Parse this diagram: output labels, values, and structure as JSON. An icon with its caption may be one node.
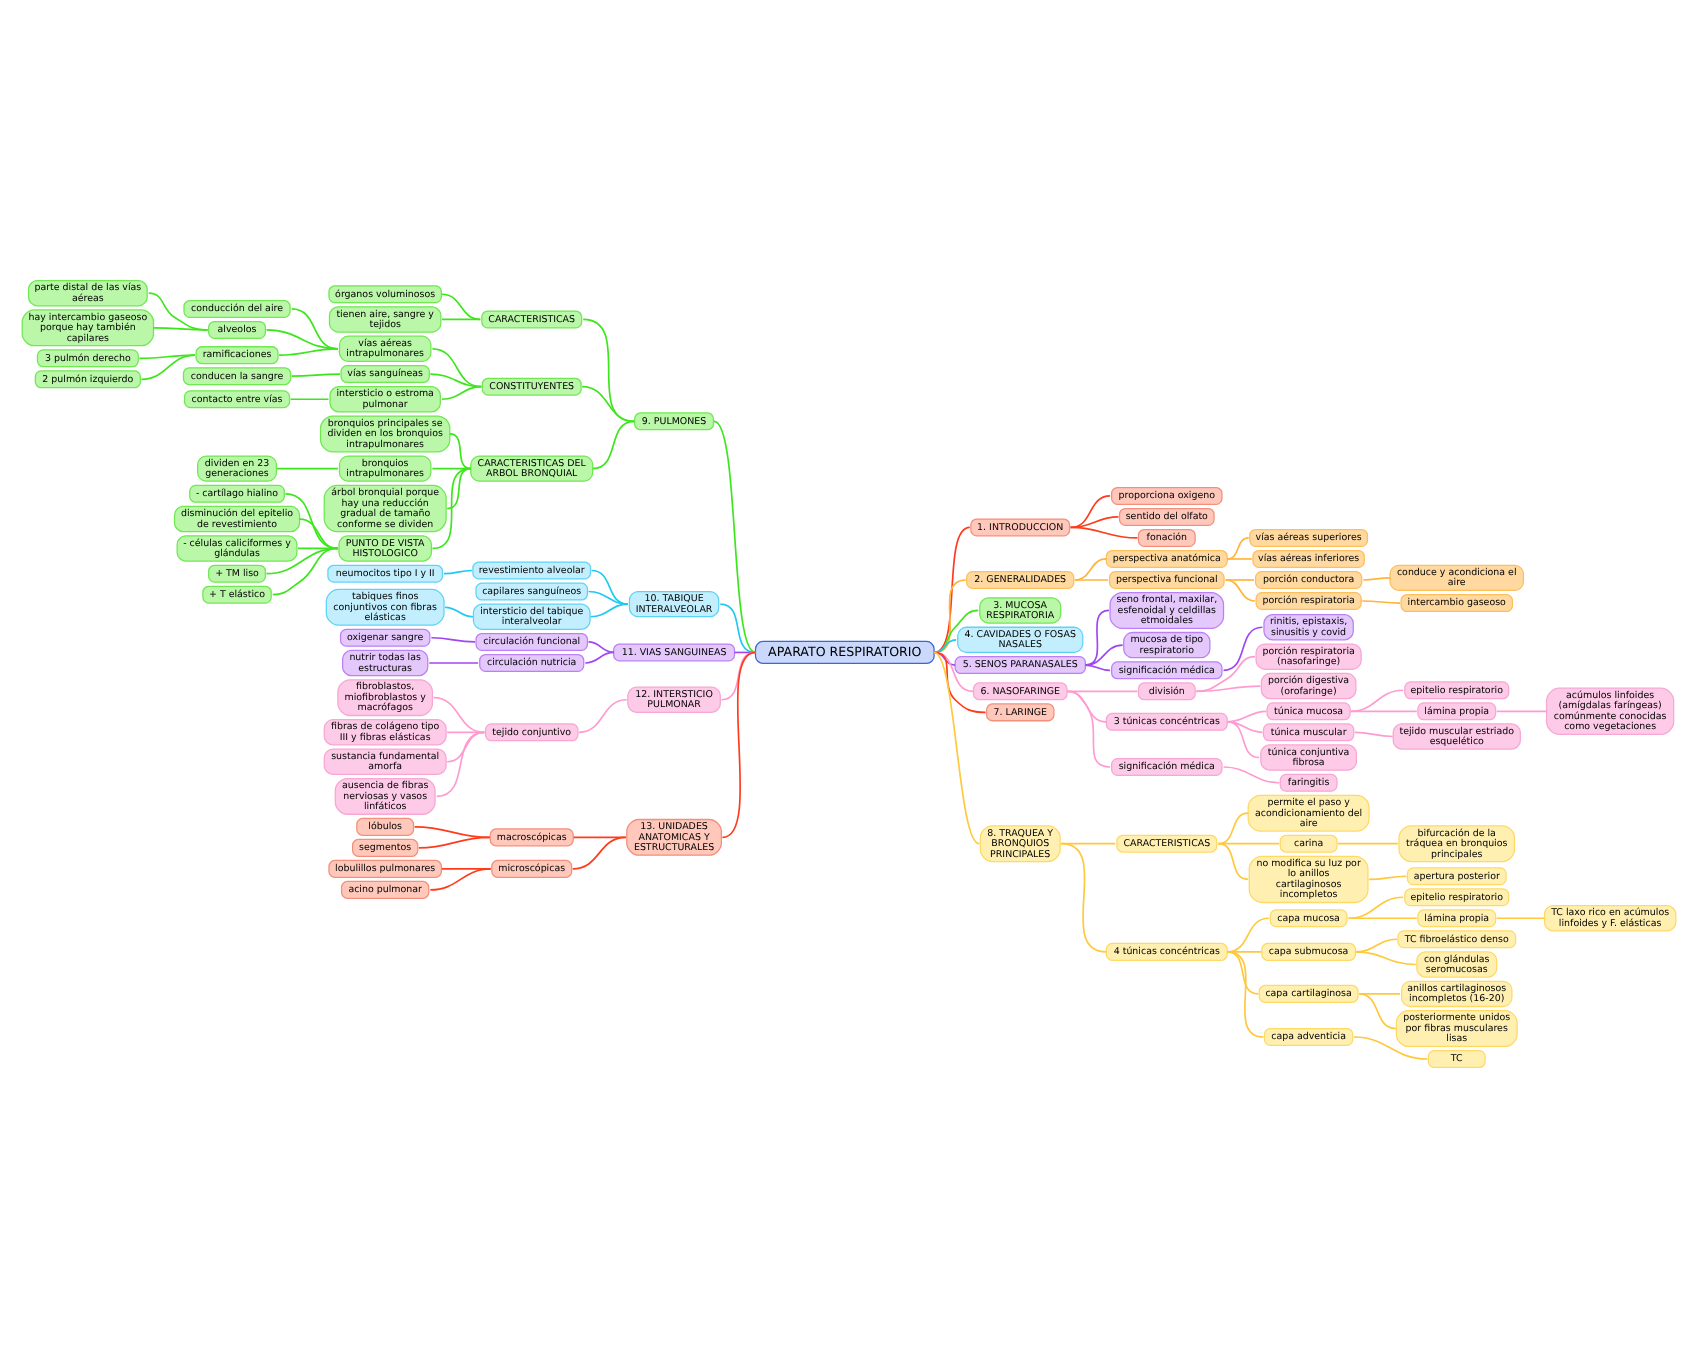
{
  "diagram": {
    "nodes": [
      {
        "text": [
          "APARATO RESPIRATORIO"
        ]
      },
      {
        "text": [
          "1. INTRODUCCION"
        ]
      },
      {
        "text": [
          "proporciona oxigeno"
        ]
      },
      {
        "text": [
          "sentido del olfato"
        ]
      },
      {
        "text": [
          "fonación"
        ]
      },
      {
        "text": [
          "2. GENERALIDADES"
        ]
      },
      {
        "text": [
          "perspectiva anatómica"
        ]
      },
      {
        "text": [
          "vías aéreas superiores"
        ]
      },
      {
        "text": [
          "vías aéreas inferiores"
        ]
      },
      {
        "text": [
          "perspectiva funcional"
        ]
      },
      {
        "text": [
          "porción conductora"
        ]
      },
      {
        "text": [
          "conduce y acondiciona el aire"
        ]
      },
      {
        "text": [
          "porción respiratoria"
        ]
      },
      {
        "text": [
          "intercambio gaseoso"
        ]
      },
      {
        "text": [
          "3. MUCOSA RESPIRATORIA"
        ]
      },
      {
        "text": [
          "4. CAVIDADES O FOSAS NASALES"
        ]
      },
      {
        "text": [
          "5. SENOS PARANASALES"
        ]
      },
      {
        "text": [
          "seno frontal, maxilar, esfenoidal y celdillas etmoidales"
        ]
      },
      {
        "text": [
          "mucosa de tipo respiratorio"
        ]
      },
      {
        "text": [
          "significación médica"
        ]
      },
      {
        "text": [
          "rinitis, epistaxis, sinusitis y covid"
        ]
      },
      {
        "text": [
          "6. NASOFARINGE"
        ]
      },
      {
        "text": [
          "división"
        ]
      },
      {
        "text": [
          "porción respiratoria (nasofaringe)"
        ]
      },
      {
        "text": [
          "porción digestiva (orofaringe)"
        ]
      },
      {
        "text": [
          "3 túnicas concéntricas"
        ]
      },
      {
        "text": [
          "túnica mucosa"
        ]
      },
      {
        "text": [
          "epitelio respiratorio"
        ]
      },
      {
        "text": [
          "lámina propia"
        ]
      },
      {
        "text": [
          "acúmulos linfoides (amígdalas faríngeas) comúnmente conocidas como vegetaciones"
        ]
      },
      {
        "text": [
          "túnica muscular"
        ]
      },
      {
        "text": [
          "tejido muscular estriado esquelético"
        ]
      },
      {
        "text": [
          "túnica conjuntiva fibrosa"
        ]
      },
      {
        "text": [
          "significación médica"
        ]
      },
      {
        "text": [
          "faringitis"
        ]
      },
      {
        "text": [
          "7. LARINGE"
        ]
      },
      {
        "text": [
          "8. TRAQUEA Y BRONQUIOS PRINCIPALES"
        ]
      },
      {
        "text": [
          "CARACTERISTICAS"
        ]
      },
      {
        "text": [
          "permite el paso y acondicionamiento del aire"
        ]
      },
      {
        "text": [
          "carina"
        ]
      },
      {
        "text": [
          "bifurcación de la tráquea en bronquios principales"
        ]
      },
      {
        "text": [
          "no modifica su luz por lo anillos cartilaginosos incompletos"
        ]
      },
      {
        "text": [
          "apertura posterior"
        ]
      },
      {
        "text": [
          "4 túnicas concéntricas"
        ]
      },
      {
        "text": [
          "capa mucosa"
        ]
      },
      {
        "text": [
          "epitelio respiratorio"
        ]
      },
      {
        "text": [
          "lámina propia"
        ]
      },
      {
        "text": [
          "TC laxo rico en acúmulos linfoides y F. elásticas"
        ]
      },
      {
        "text": [
          "capa submucosa"
        ]
      },
      {
        "text": [
          "TC fibroelástico denso"
        ]
      },
      {
        "text": [
          "con glándulas seromucosas"
        ]
      },
      {
        "text": [
          "capa cartilaginosa"
        ]
      },
      {
        "text": [
          "anillos cartilaginosos incompletos (16-20)"
        ]
      },
      {
        "text": [
          "posteriormente unidos por fibras musculares lisas"
        ]
      },
      {
        "text": [
          "capa adventicia"
        ]
      },
      {
        "text": [
          "TC"
        ]
      },
      {
        "text": [
          "9. PULMONES"
        ]
      },
      {
        "text": [
          "CARACTERISTICAS"
        ]
      },
      {
        "text": [
          "órganos voluminosos"
        ]
      },
      {
        "text": [
          "tienen aire, sangre y tejidos"
        ]
      },
      {
        "text": [
          "CONSTITUYENTES"
        ]
      },
      {
        "text": [
          "vías aéreas intrapulmonares"
        ]
      },
      {
        "text": [
          "conducción del aire"
        ]
      },
      {
        "text": [
          "alveolos"
        ]
      },
      {
        "text": [
          "parte distal de las vías aéreas"
        ]
      },
      {
        "text": [
          "hay intercambio gaseoso porque hay también capilares"
        ]
      },
      {
        "text": [
          "ramificaciones"
        ]
      },
      {
        "text": [
          "3 pulmón derecho"
        ]
      },
      {
        "text": [
          "2 pulmón izquierdo"
        ]
      },
      {
        "text": [
          "vías sanguíneas"
        ]
      },
      {
        "text": [
          "conducen la sangre"
        ]
      },
      {
        "text": [
          "intersticio o estroma pulmonar"
        ]
      },
      {
        "text": [
          "contacto entre vías"
        ]
      },
      {
        "text": [
          "CARACTERISTICAS DEL ARBOL BRONQUIAL"
        ]
      },
      {
        "text": [
          "bronquios principales se dividen en los bronquios intrapulmonares"
        ]
      },
      {
        "text": [
          "bronquios intrapulmonares"
        ]
      },
      {
        "text": [
          "dividen en 23 generaciones"
        ]
      },
      {
        "text": [
          "árbol bronquial porque hay una reducción gradual de tamaño conforme se dividen"
        ]
      },
      {
        "text": [
          "PUNTO DE VISTA HISTOLOGICO"
        ]
      },
      {
        "text": [
          "- cartílago hialino"
        ]
      },
      {
        "text": [
          "disminución del epitelio de revestimiento"
        ]
      },
      {
        "text": [
          "- células caliciformes y glándulas"
        ]
      },
      {
        "text": [
          "+ TM liso"
        ]
      },
      {
        "text": [
          "+ T elástico"
        ]
      },
      {
        "text": [
          "10. TABIQUE INTERALVEOLAR"
        ]
      },
      {
        "text": [
          "revestimiento alveolar"
        ]
      },
      {
        "text": [
          "neumocitos tipo I y II"
        ]
      },
      {
        "text": [
          "capilares sanguíneos"
        ]
      },
      {
        "text": [
          "intersticio del tabique interalveolar"
        ]
      },
      {
        "text": [
          "tabiques finos conjuntivos con fibras elásticas"
        ]
      },
      {
        "text": [
          "11. VIAS SANGUINEAS"
        ]
      },
      {
        "text": [
          "circulación funcional"
        ]
      },
      {
        "text": [
          "oxigenar sangre"
        ]
      },
      {
        "text": [
          "circulación nutricia"
        ]
      },
      {
        "text": [
          "nutrir todas las estructuras"
        ]
      },
      {
        "text": [
          "12. INTERSTICIO PULMONAR"
        ]
      },
      {
        "text": [
          "tejido conjuntivo"
        ]
      },
      {
        "text": [
          "fibroblastos, miofibroblastos y macrófagos"
        ]
      },
      {
        "text": [
          "fibras de colágeno tipo III y fibras elásticas"
        ]
      },
      {
        "text": [
          "sustancia fundamental amorfa"
        ]
      },
      {
        "text": [
          "ausencia de fibras nerviosas y vasos linfáticos"
        ]
      },
      {
        "text": [
          "13. UNIDADES ANATOMICAS Y ESTRUCTURALES"
        ]
      },
      {
        "text": [
          "macroscópicas"
        ]
      },
      {
        "text": [
          "lóbulos"
        ]
      },
      {
        "text": [
          "segmentos"
        ]
      },
      {
        "text": [
          "microscópicas"
        ]
      },
      {
        "text": [
          "lobulillos pulmonares"
        ]
      },
      {
        "text": [
          "acino pulmonar"
        ]
      }
    ],
    "edges": [
      {
        "from": 0,
        "to": 1,
        "arrow": "none",
        "color": "#ff3b1c"
      },
      {
        "from": 1,
        "to": 2,
        "arrow": "none",
        "color": "#ff3b1c"
      },
      {
        "from": 1,
        "to": 3,
        "arrow": "none",
        "color": "#ff3b1c"
      },
      {
        "from": 1,
        "to": 4,
        "arrow": "none",
        "color": "#ff3b1c"
      },
      {
        "from": 0,
        "to": 5,
        "arrow": "none",
        "color": "#ffb43a"
      },
      {
        "from": 5,
        "to": 6,
        "arrow": "none",
        "color": "#ffb43a"
      },
      {
        "from": 6,
        "to": 7,
        "arrow": "none",
        "color": "#ffb43a"
      },
      {
        "from": 6,
        "to": 8,
        "arrow": "none",
        "color": "#ffb43a"
      },
      {
        "from": 5,
        "to": 9,
        "arrow": "none",
        "color": "#ffb43a"
      },
      {
        "from": 9,
        "to": 10,
        "arrow": "none",
        "color": "#ffb43a"
      },
      {
        "from": 10,
        "to": 11,
        "arrow": "none",
        "color": "#ffb43a"
      },
      {
        "from": 9,
        "to": 12,
        "arrow": "none",
        "color": "#ffb43a"
      },
      {
        "from": 12,
        "to": 13,
        "arrow": "none",
        "color": "#ffb43a"
      },
      {
        "from": 0,
        "to": 14,
        "arrow": "none"
      },
      {
        "from": 0,
        "to": 15,
        "arrow": "none",
        "color": "#1ec9f2"
      },
      {
        "from": 0,
        "to": 16,
        "arrow": "none",
        "color": "#a146f2"
      },
      {
        "from": 16,
        "to": 17,
        "arrow": "none",
        "color": "#a146f2"
      },
      {
        "from": 16,
        "to": 18,
        "arrow": "none",
        "color": "#a146f2"
      },
      {
        "from": 16,
        "to": 19,
        "arrow": "none",
        "color": "#a146f2"
      },
      {
        "from": 19,
        "to": 20,
        "arrow": "none",
        "color": "#a146f2"
      },
      {
        "from": 0,
        "to": 21,
        "arrow": "none",
        "color": "#ff9bd0"
      },
      {
        "from": 21,
        "to": 22,
        "arrow": "none",
        "color": "#ff9bd0"
      },
      {
        "from": 22,
        "to": 23,
        "arrow": "none",
        "color": "#ff9bd0"
      },
      {
        "from": 22,
        "to": 24,
        "arrow": "none",
        "color": "#ff9bd0"
      },
      {
        "from": 21,
        "to": 25,
        "arrow": "none",
        "color": "#ff9bd0"
      },
      {
        "from": 25,
        "to": 26,
        "arrow": "none",
        "color": "#ff9bd0"
      },
      {
        "from": 26,
        "to": 27,
        "arrow": "none",
        "color": "#ff9bd0"
      },
      {
        "from": 26,
        "to": 28,
        "arrow": "none",
        "color": "#ff9bd0"
      },
      {
        "from": 28,
        "to": 29,
        "arrow": "none",
        "color": "#ff9bd0"
      },
      {
        "from": 25,
        "to": 30,
        "arrow": "none",
        "color": "#ff9bd0"
      },
      {
        "from": 30,
        "to": 31,
        "arrow": "none",
        "color": "#ff9bd0"
      },
      {
        "from": 25,
        "to": 32,
        "arrow": "none",
        "color": "#ff9bd0"
      },
      {
        "from": 21,
        "to": 33,
        "arrow": "none",
        "color": "#ff9bd0"
      },
      {
        "from": 33,
        "to": 34,
        "arrow": "none",
        "color": "#ff9bd0"
      },
      {
        "from": 0,
        "to": 35,
        "arrow": "none",
        "color": "#ff3b1c"
      },
      {
        "from": 0,
        "to": 36,
        "arrow": "none",
        "color": "#ffc83d"
      },
      {
        "from": 36,
        "to": 37,
        "arrow": "none",
        "color": "#ffc83d"
      },
      {
        "from": 37,
        "to": 38,
        "arrow": "none",
        "color": "#ffc83d"
      },
      {
        "from": 37,
        "to": 39,
        "arrow": "none",
        "color": "#ffc83d"
      },
      {
        "from": 39,
        "to": 40,
        "arrow": "none",
        "color": "#ffc83d"
      },
      {
        "from": 37,
        "to": 41,
        "arrow": "none",
        "color": "#ffc83d"
      },
      {
        "from": 41,
        "to": 42,
        "arrow": "none",
        "color": "#ffc83d"
      },
      {
        "from": 36,
        "to": 43,
        "arrow": "none",
        "color": "#ffc83d"
      },
      {
        "from": 43,
        "to": 44,
        "arrow": "none",
        "color": "#ffc83d"
      },
      {
        "from": 44,
        "to": 45,
        "arrow": "none",
        "color": "#ffc83d"
      },
      {
        "from": 44,
        "to": 46,
        "arrow": "none",
        "color": "#ffc83d"
      },
      {
        "from": 46,
        "to": 47,
        "arrow": "none",
        "color": "#ffc83d"
      },
      {
        "from": 43,
        "to": 48,
        "arrow": "none",
        "color": "#ffc83d"
      },
      {
        "from": 48,
        "to": 49,
        "arrow": "none",
        "color": "#ffc83d"
      },
      {
        "from": 48,
        "to": 50,
        "arrow": "none",
        "color": "#ffc83d"
      },
      {
        "from": 43,
        "to": 51,
        "arrow": "none",
        "color": "#ffc83d"
      },
      {
        "from": 51,
        "to": 52,
        "arrow": "none",
        "color": "#ffc83d"
      },
      {
        "from": 51,
        "to": 53,
        "arrow": "none",
        "color": "#ffc83d"
      },
      {
        "from": 43,
        "to": 54,
        "arrow": "none",
        "color": "#ffc83d"
      },
      {
        "from": 54,
        "to": 55,
        "arrow": "none",
        "color": "#ffc83d"
      },
      {
        "from": 56,
        "to": 0,
        "arrow": "none"
      },
      {
        "from": 57,
        "to": 56,
        "arrow": "none"
      },
      {
        "from": 58,
        "to": 57,
        "arrow": "none"
      },
      {
        "from": 59,
        "to": 57,
        "arrow": "none"
      },
      {
        "from": 60,
        "to": 56,
        "arrow": "none"
      },
      {
        "from": 61,
        "to": 60,
        "arrow": "none"
      },
      {
        "from": 62,
        "to": 61,
        "arrow": "none"
      },
      {
        "from": 63,
        "to": 61,
        "arrow": "none"
      },
      {
        "from": 64,
        "to": 63,
        "arrow": "none"
      },
      {
        "from": 65,
        "to": 63,
        "arrow": "none"
      },
      {
        "from": 66,
        "to": 61,
        "arrow": "none"
      },
      {
        "from": 67,
        "to": 66,
        "arrow": "none"
      },
      {
        "from": 68,
        "to": 66,
        "arrow": "none"
      },
      {
        "from": 69,
        "to": 60,
        "arrow": "none"
      },
      {
        "from": 70,
        "to": 69,
        "arrow": "none"
      },
      {
        "from": 71,
        "to": 60,
        "arrow": "none"
      },
      {
        "from": 72,
        "to": 71,
        "arrow": "none"
      },
      {
        "from": 73,
        "to": 56,
        "arrow": "none"
      },
      {
        "from": 74,
        "to": 73,
        "arrow": "none"
      },
      {
        "from": 75,
        "to": 73,
        "arrow": "none"
      },
      {
        "from": 76,
        "to": 75,
        "arrow": "none"
      },
      {
        "from": 77,
        "to": 73,
        "arrow": "none"
      },
      {
        "from": 78,
        "to": 73,
        "arrow": "none"
      },
      {
        "from": 79,
        "to": 78,
        "arrow": "none"
      },
      {
        "from": 80,
        "to": 78,
        "arrow": "none"
      },
      {
        "from": 81,
        "to": 78,
        "arrow": "none"
      },
      {
        "from": 82,
        "to": 78,
        "arrow": "none"
      },
      {
        "from": 83,
        "to": 78,
        "arrow": "none"
      },
      {
        "from": 84,
        "to": 0,
        "arrow": "none",
        "color": "#1ec9f2"
      },
      {
        "from": 85,
        "to": 84,
        "arrow": "none",
        "color": "#1ec9f2"
      },
      {
        "from": 86,
        "to": 85,
        "arrow": "none",
        "color": "#1ec9f2"
      },
      {
        "from": 87,
        "to": 84,
        "arrow": "none",
        "color": "#1ec9f2"
      },
      {
        "from": 88,
        "to": 84,
        "arrow": "none",
        "color": "#1ec9f2"
      },
      {
        "from": 89,
        "to": 88,
        "arrow": "none",
        "color": "#1ec9f2"
      },
      {
        "from": 90,
        "to": 0,
        "arrow": "none",
        "color": "#a146f2"
      },
      {
        "from": 91,
        "to": 90,
        "arrow": "none",
        "color": "#a146f2"
      },
      {
        "from": 92,
        "to": 91,
        "arrow": "none",
        "color": "#a146f2"
      },
      {
        "from": 93,
        "to": 90,
        "arrow": "none",
        "color": "#a146f2"
      },
      {
        "from": 94,
        "to": 93,
        "arrow": "none",
        "color": "#a146f2"
      },
      {
        "from": 95,
        "to": 0,
        "arrow": "none",
        "color": "#ff9bd0"
      },
      {
        "from": 96,
        "to": 95,
        "arrow": "none",
        "color": "#ff9bd0"
      },
      {
        "from": 97,
        "to": 96,
        "arrow": "none",
        "color": "#ff9bd0"
      },
      {
        "from": 98,
        "to": 96,
        "arrow": "none",
        "color": "#ff9bd0"
      },
      {
        "from": 99,
        "to": 96,
        "arrow": "none",
        "color": "#ff9bd0"
      },
      {
        "from": 100,
        "to": 96,
        "arrow": "none",
        "color": "#ff9bd0"
      },
      {
        "from": 101,
        "to": 0,
        "arrow": "none",
        "color": "#ff3b1c"
      },
      {
        "from": 102,
        "to": 101,
        "arrow": "none",
        "color": "#ff3b1c"
      },
      {
        "from": 103,
        "to": 102,
        "arrow": "none",
        "color": "#ff3b1c"
      },
      {
        "from": 104,
        "to": 102,
        "arrow": "none",
        "color": "#ff3b1c"
      },
      {
        "from": 105,
        "to": 101,
        "arrow": "none",
        "color": "#ff3b1c"
      },
      {
        "from": 106,
        "to": 105,
        "arrow": "none",
        "color": "#ff3b1c"
      },
      {
        "from": 107,
        "to": 105,
        "arrow": "none",
        "color": "#ff3b1c"
      }
    ]
  }
}
